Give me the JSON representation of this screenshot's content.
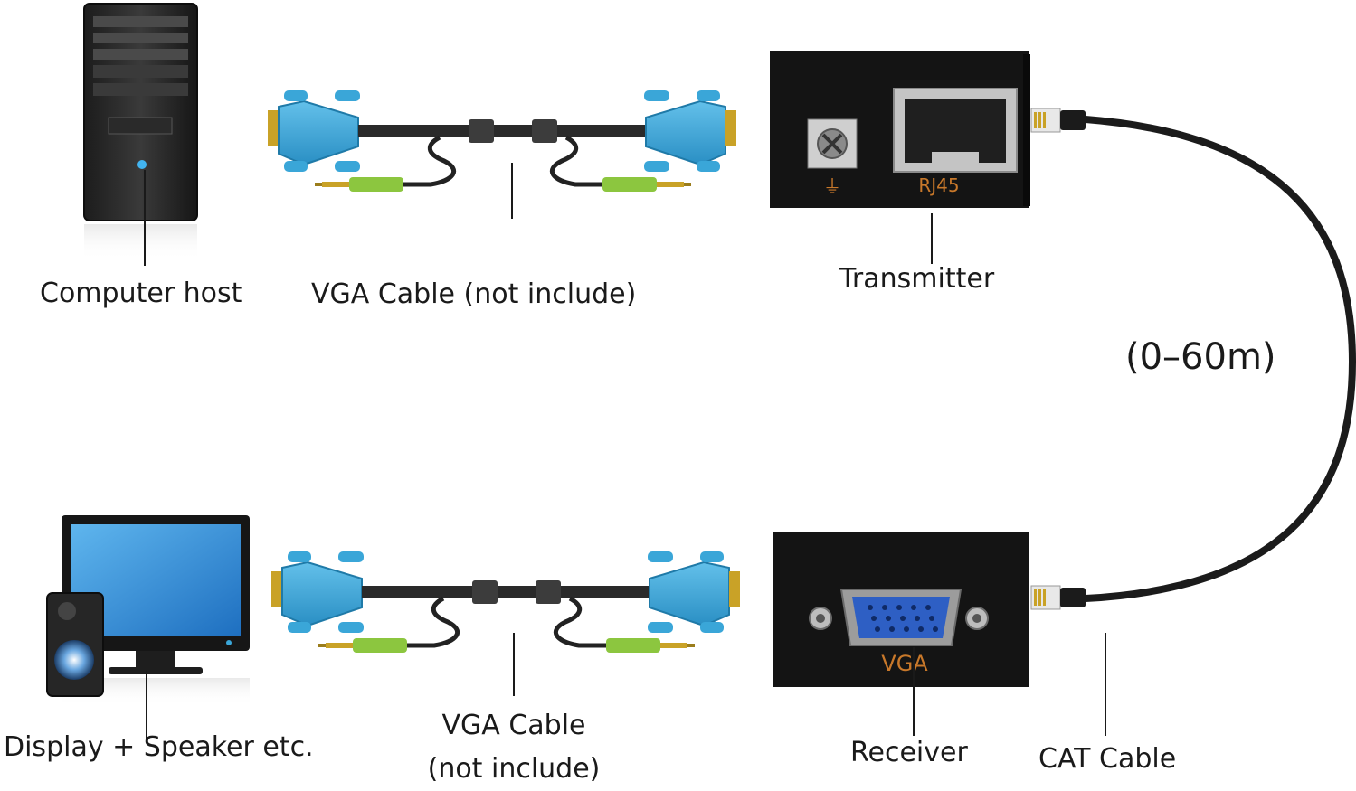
{
  "labels": {
    "computer_host": "Computer host",
    "vga_cable_top": "VGA Cable  (not include)",
    "transmitter": "Transmitter",
    "distance": "(0–60m)",
    "display_speaker": "Display + Speaker etc.",
    "vga_cable_bottom_1": "VGA Cable",
    "vga_cable_bottom_2": "(not include)",
    "receiver": "Receiver",
    "cat_cable": "CAT Cable"
  },
  "device_markings": {
    "rj45": "RJ45",
    "vga": "VGA",
    "ground": "⏚"
  },
  "colors": {
    "connector_blue": "#3aa6d8",
    "audio_green": "#8cc63f",
    "gold_pins": "#c9a227",
    "device_black": "#141414",
    "port_label_orange": "#c8782a",
    "vga_port_blue": "#2e5fc4"
  }
}
